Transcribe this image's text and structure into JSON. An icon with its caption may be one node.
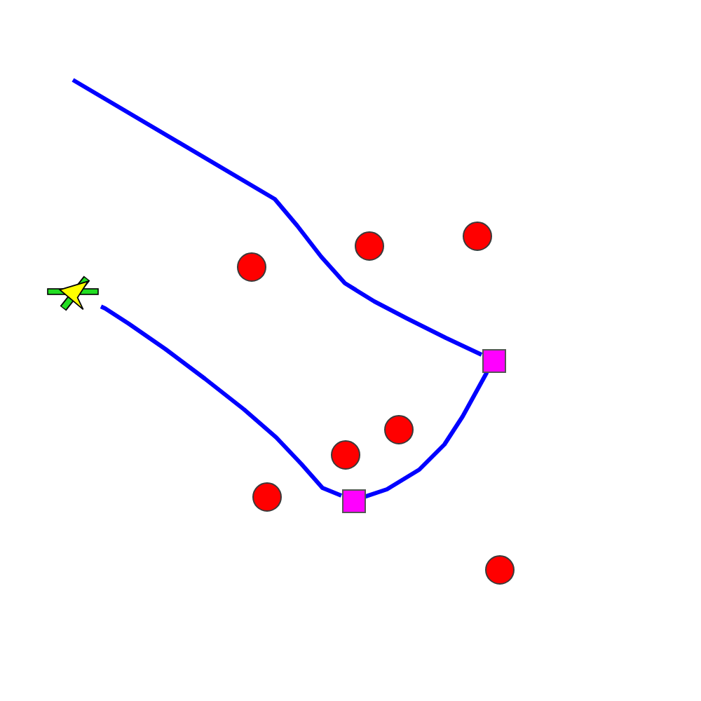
{
  "diagram": {
    "nodes": [
      {
        "text": [],
        "shape": "circle"
      },
      {
        "text": [],
        "shape": "circle"
      },
      {
        "text": [],
        "shape": "circle"
      },
      {
        "text": [],
        "shape": "picture"
      },
      {
        "text": [],
        "shape": "box"
      },
      {
        "text": [],
        "shape": "circle"
      },
      {
        "text": [],
        "shape": "circle"
      },
      {
        "text": [],
        "shape": "circle"
      },
      {
        "text": [],
        "shape": "box"
      },
      {
        "text": [],
        "shape": "circle"
      }
    ],
    "edges": [
      {
        "from": null,
        "to": 4,
        "arrow": "none"
      },
      {
        "from": 4,
        "to": 8,
        "arrow": "none"
      },
      {
        "from": 8,
        "to": 3,
        "arrow": "none"
      }
    ]
  }
}
